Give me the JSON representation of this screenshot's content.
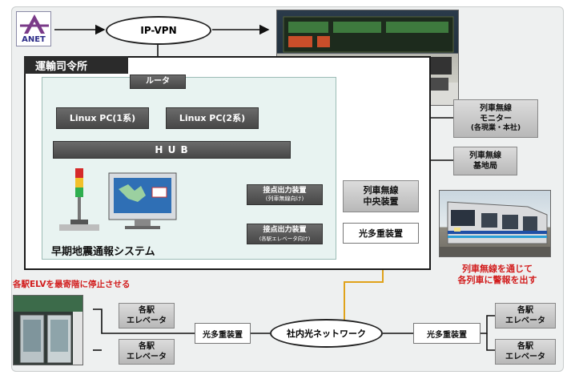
{
  "logo": {
    "text": "ANET"
  },
  "network": {
    "ip_vpn": "IP-VPN",
    "company_optical": "社内光ネットワーク"
  },
  "control_center": {
    "title": "運輸司令所",
    "router": "ルータ",
    "pc1": "Linux PC(1系)",
    "pc2": "Linux PC(2系)",
    "hub": "H U B",
    "contact_out_1": "接点出力装置",
    "contact_out_1_sub": "(列車無線向け)",
    "contact_out_2": "接点出力装置",
    "contact_out_2_sub": "(各駅エレベータ向け)",
    "system_name": "早期地震通報システム"
  },
  "radio": {
    "central_line1": "列車無線",
    "central_line2": "中央装置",
    "monitor_line1": "列車無線",
    "monitor_line2": "モニター",
    "monitor_line3": "(各現業・本社)",
    "base_line1": "列車無線",
    "base_line2": "基地局"
  },
  "optical_mux": {
    "center": "光多重装置",
    "left": "光多重装置",
    "right": "光多重装置"
  },
  "elevators": {
    "left_top": {
      "line1": "各駅",
      "line2": "エレベータ"
    },
    "left_bottom": {
      "line1": "各駅",
      "line2": "エレベータ"
    },
    "right_top": {
      "line1": "各駅",
      "line2": "エレベータ"
    },
    "right_bottom": {
      "line1": "各駅",
      "line2": "エレベータ"
    }
  },
  "captions": {
    "elevator_stop": "各駅ELVを最寄階に停止させる",
    "train_warning_line1": "列車無線を通じて",
    "train_warning_line2": "各列車に警報を出す"
  },
  "colors": {
    "accent_red": "#d21e1e",
    "fiber_line": "#e0a21a",
    "box_dark": "#555555"
  }
}
